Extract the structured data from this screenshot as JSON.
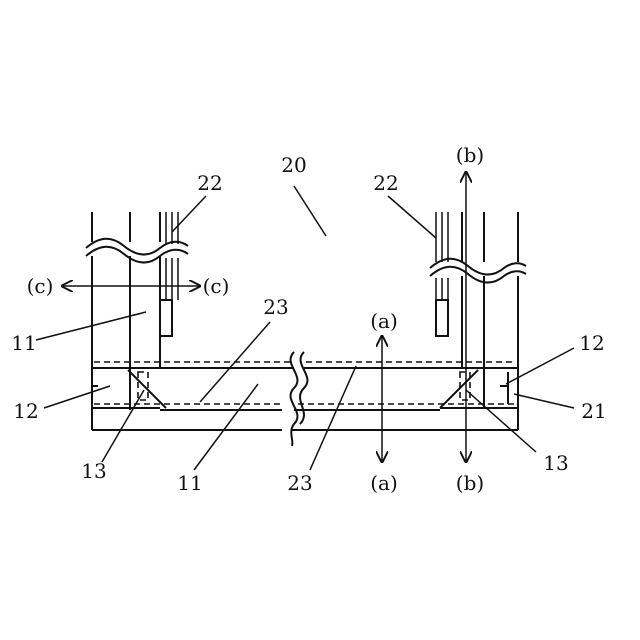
{
  "labels": {
    "n20": "20",
    "n22_left": "22",
    "n22_right": "22",
    "n11_left": "11",
    "n11_bottom": "11",
    "n12_left": "12",
    "n12_right": "12",
    "n13_left": "13",
    "n13_right": "13",
    "n21": "21",
    "n23_top": "23",
    "n23_bottom": "23",
    "c_left": "(c)",
    "c_right": "(c)",
    "a_top": "(a)",
    "a_bottom": "(a)",
    "b_top": "(b)",
    "b_bottom": "(b)"
  },
  "colors": {
    "ink": "#111111",
    "paper": "#ffffff"
  }
}
